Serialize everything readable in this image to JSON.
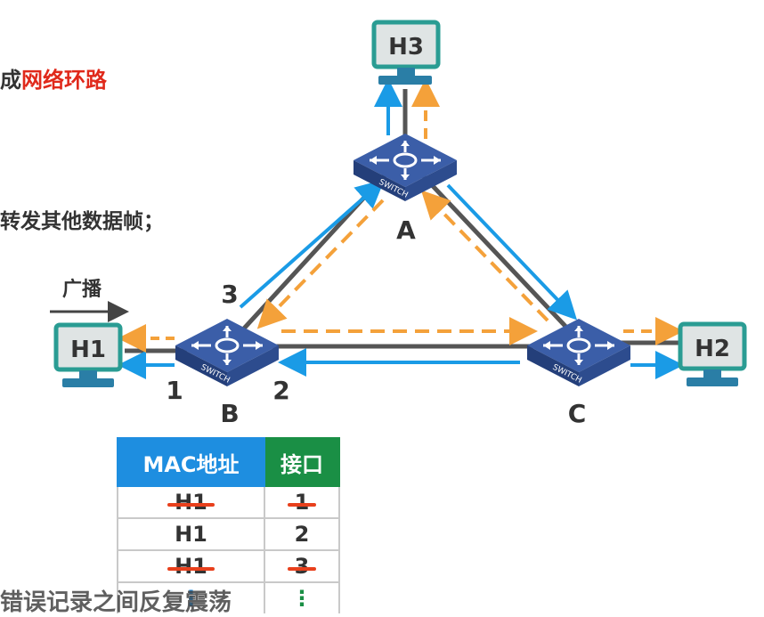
{
  "text": {
    "heading_partial_dark": "成",
    "heading_partial_red": "网络环路",
    "line2_partial": "转发其他数据帧；",
    "broadcast_label": "广播",
    "caption_partial": "错误记录之间反复震荡"
  },
  "nodes": {
    "h1": "H1",
    "h2": "H2",
    "h3": "H3",
    "switch_a": "A",
    "switch_b": "B",
    "switch_c": "C",
    "switch_badge": "SWITCH"
  },
  "ports": {
    "p1": "1",
    "p2": "2",
    "p3": "3"
  },
  "mac_table": {
    "headers": [
      "MAC地址",
      "接口"
    ],
    "rows": [
      {
        "mac": "H1",
        "port": "1",
        "struck": true
      },
      {
        "mac": "H1",
        "port": "2",
        "struck": false
      },
      {
        "mac": "H1",
        "port": "3",
        "struck": true
      }
    ],
    "ellipsis": "⋮"
  },
  "colors": {
    "forward_arrow": "#1a9be6",
    "reverse_arrow": "#f4a13a",
    "link": "#555555",
    "host_frame": "#2a9c93",
    "strike": "#e8401c",
    "header_mac": "#1e8ee0",
    "header_port": "#1a8f45"
  }
}
